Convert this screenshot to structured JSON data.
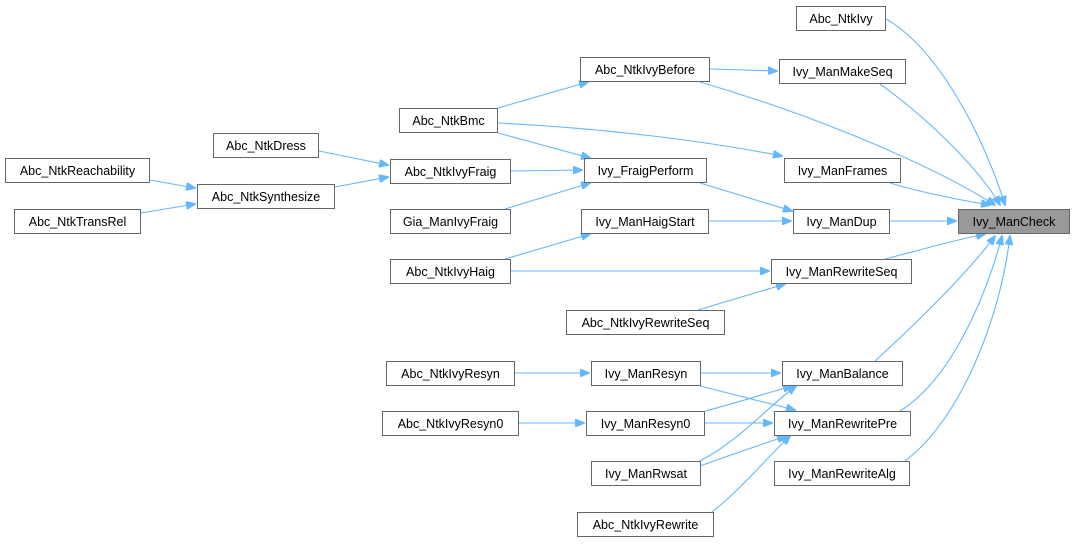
{
  "diagram": {
    "edge_color": "#63b8ff",
    "target_fill": "#999999",
    "nodes": {
      "abc_ntkivy": "Abc_NtkIvy",
      "abc_ntkivybefore": "Abc_NtkIvyBefore",
      "ivy_manmakeseq": "Ivy_ManMakeSeq",
      "abc_ntkbmc": "Abc_NtkBmc",
      "abc_ntkdress": "Abc_NtkDress",
      "abc_ntkreachability": "Abc_NtkReachability",
      "abc_ntksynthesize": "Abc_NtkSynthesize",
      "abc_ntktransrel": "Abc_NtkTransRel",
      "abc_ntkivyfraig": "Abc_NtkIvyFraig",
      "ivy_fraigperform": "Ivy_FraigPerform",
      "ivy_manframes": "Ivy_ManFrames",
      "gia_manivyfraig": "Gia_ManIvyFraig",
      "ivy_manhaigstart": "Ivy_ManHaigStart",
      "ivy_mandup": "Ivy_ManDup",
      "ivy_mancheck": "Ivy_ManCheck",
      "abc_ntkivyhaig": "Abc_NtkIvyHaig",
      "ivy_manrewriteseq": "Ivy_ManRewriteSeq",
      "abc_ntkivyrewriteseq": "Abc_NtkIvyRewriteSeq",
      "abc_ntkivyresyn": "Abc_NtkIvyResyn",
      "ivy_manresyn": "Ivy_ManResyn",
      "ivy_manbalance": "Ivy_ManBalance",
      "abc_ntkivyresyn0": "Abc_NtkIvyResyn0",
      "ivy_manresyn0": "Ivy_ManResyn0",
      "ivy_manrewritepre": "Ivy_ManRewritePre",
      "ivy_manrwsat": "Ivy_ManRwsat",
      "ivy_manrewritealg": "Ivy_ManRewriteAlg",
      "abc_ntkivyrewrite": "Abc_NtkIvyRewrite"
    }
  }
}
